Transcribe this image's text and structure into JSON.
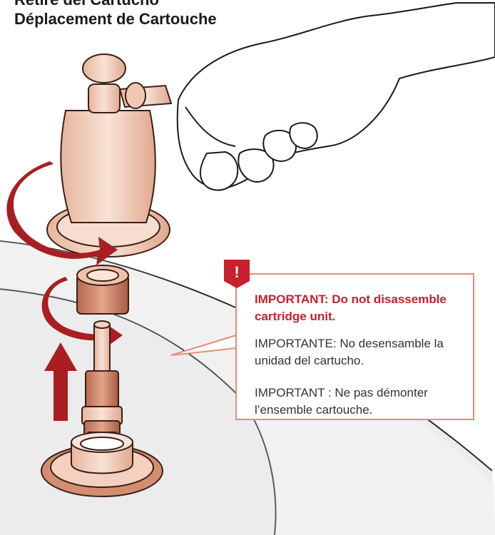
{
  "title": {
    "line1": "Retire del Cartucho",
    "line2": "Déplacement de Cartouche"
  },
  "warning": {
    "badge_symbol": "!",
    "english": "IMPORTANT: Do not disassemble cartridge unit.",
    "spanish": "IMPORTANTE: No desensamble la unidad del cartucho.",
    "french": "IMPORTANT : Ne pas démonter l’ensemble cartouche."
  },
  "colors": {
    "arrow_red": "#a81e22",
    "callout_border": "#e28d78",
    "badge_red": "#c8202c",
    "part_fill": "#f7ddd0",
    "part_stroke": "#3a1f18"
  }
}
